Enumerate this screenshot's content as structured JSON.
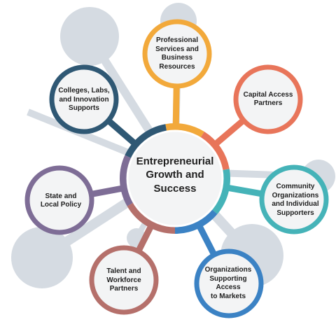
{
  "center": {
    "label": "Entrepreneurial\nGrowth and\nSuccess"
  },
  "nodes": [
    {
      "id": "professional-services",
      "label": "Professional\nServices and\nBusiness\nResources",
      "color": "#f2a93b"
    },
    {
      "id": "capital-access",
      "label": "Capital Access\nPartners",
      "color": "#e8755a"
    },
    {
      "id": "community-organizations",
      "label": "Community\nOrganizations\nand Individual\nSupporters",
      "color": "#45b3b8"
    },
    {
      "id": "organizations-markets",
      "label": "Organizations\nSupporting\nAccess\nto Markets",
      "color": "#3b82c4"
    },
    {
      "id": "talent-workforce",
      "label": "Talent and\nWorkforce\nPartners",
      "color": "#b5706b"
    },
    {
      "id": "state-local-policy",
      "label": "State and\nLocal Policy",
      "color": "#7e6d96"
    },
    {
      "id": "colleges-labs",
      "label": "Colleges, Labs,\nand Innovation\nSupports",
      "color": "#2f5874"
    }
  ],
  "background_color": "#d5dbe2",
  "node_fill": "#f3f4f5"
}
